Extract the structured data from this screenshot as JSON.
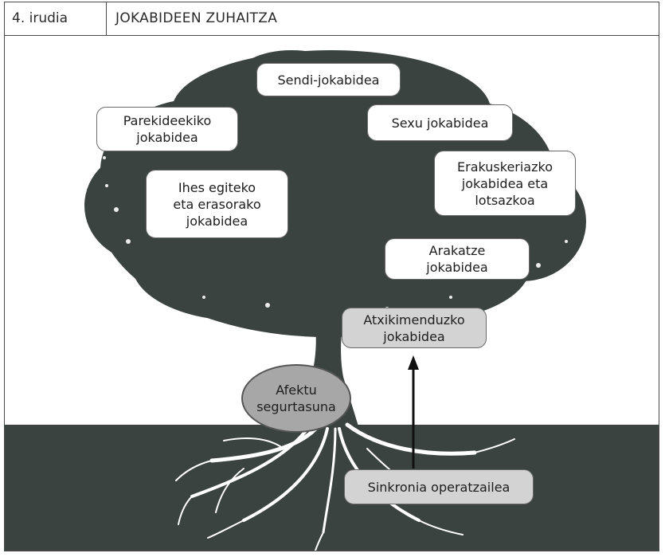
{
  "header": {
    "figure_number": "4. irudia",
    "figure_title": "JOKABIDEEN ZUHAITZA"
  },
  "labels": {
    "sendi": "Sendi-jokabidea",
    "parekideekiko": "Parekideekiko\njokabidea",
    "sexu": "Sexu jokabidea",
    "ihes": "Ihes egiteko\neta erasorako\njokabidea",
    "erakuskeriazko": "Erakuskeriazko\njokabidea eta\nlotsazkoa",
    "arakatze": "Arakatze\njokabidea",
    "atxikimenduzko": "Atxikimenduzko\njokabidea",
    "afektu": "Afektu\nsegurtasuna",
    "sinkronia": "Sinkronia operatzailea"
  },
  "colors": {
    "tree": "#3b4341",
    "ground": "#3b4341",
    "roots": "#ffffff",
    "box_white": "#ffffff",
    "box_grey": "#d3d3d3",
    "oval": "#a7a7a7"
  }
}
